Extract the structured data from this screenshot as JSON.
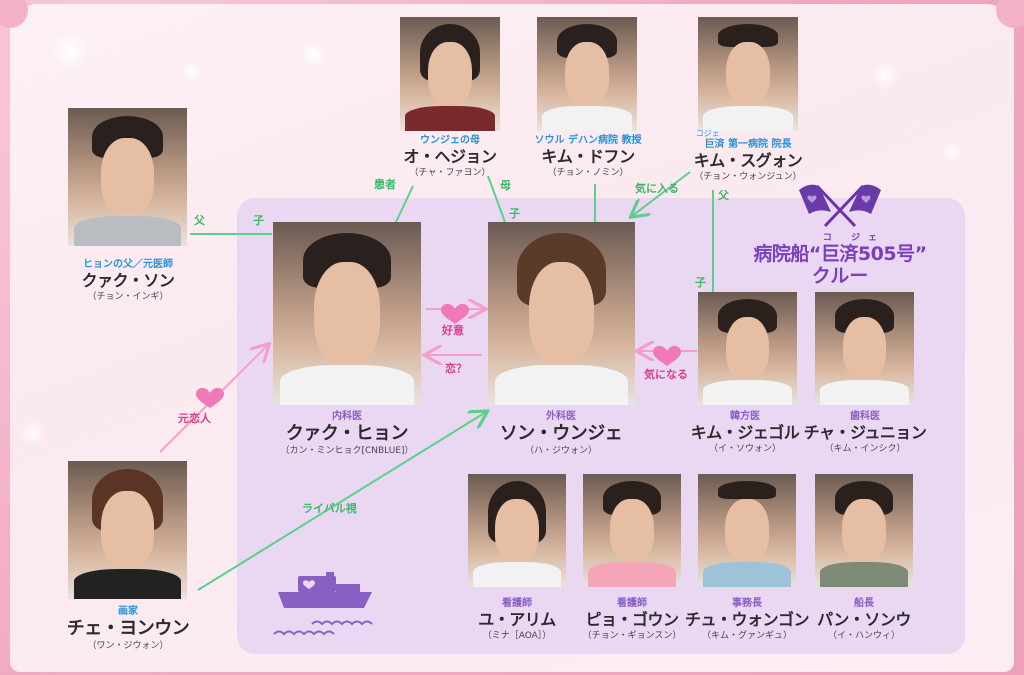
{
  "diagram": {
    "type": "character-relationship-chart",
    "crew_group": {
      "ruby": "コ ジェ",
      "title_line1": "病院船“巨済505号”",
      "title_line2": "クルー",
      "icon": "crossed-flags-heart-icon",
      "color": "#7b3fbd"
    },
    "people": {
      "kwak_son": {
        "role": "ヒョンの父／元医師",
        "name": "クァク・ソン",
        "actor": "（チョン・インギ）"
      },
      "oh_hyejong": {
        "role": "ウンジェの母",
        "name": "オ・ヘジョン",
        "actor": "（チャ・ファヨン）"
      },
      "kim_dohun": {
        "role": "ソウル デハン病院 教授",
        "name": "キム・ドフン",
        "actor": "（チョン・ノミン）"
      },
      "kim_sugwon": {
        "ruby": "コジェ",
        "role": "巨済 第一病院 院長",
        "name": "キム・スグォン",
        "actor": "（チョン・ウォンジュン）"
      },
      "kwak_hyun": {
        "role": "内科医",
        "name": "クァク・ヒョン",
        "actor": "（カン・ミンヒョク[CNBLUE]）"
      },
      "song_eunjae": {
        "role": "外科医",
        "name": "ソン・ウンジェ",
        "actor": "（ハ・ジウォン）"
      },
      "kim_jaegeol": {
        "role": "韓方医",
        "name": "キム・ジェゴル",
        "actor": "（イ・ソウォン）"
      },
      "cha_junyoung": {
        "role": "歯科医",
        "name": "チャ・ジュニョン",
        "actor": "（キム・インシク）"
      },
      "choi_yeonun": {
        "role": "画家",
        "name": "チェ・ヨンウン",
        "actor": "（ワン・ジウォン）"
      },
      "yu_arim": {
        "role": "看護師",
        "name": "ユ・アリム",
        "actor": "（ミナ［AOA］）"
      },
      "pyo_gowoon": {
        "role": "看護師",
        "name": "ピョ・ゴウン",
        "actor": "（チョン・ギョンスン）"
      },
      "chu_wongong": {
        "role": "事務長",
        "name": "チュ・ウォンゴン",
        "actor": "（キム・グァンギュ）"
      },
      "ban_sonwoo": {
        "role": "船長",
        "name": "パン・ソンウ",
        "actor": "（イ・ハンウィ）"
      }
    },
    "relations": {
      "father": "父",
      "child": "子",
      "patient": "患者",
      "mother": "母",
      "child2": "子",
      "likes": "気に入る",
      "father2": "父",
      "child3": "子",
      "affection": "好意",
      "love_q": "恋？",
      "curious": "気になる",
      "ex_lover": "元恋人",
      "rival": "ライバル視"
    },
    "colors": {
      "green_line": "#5cd08a",
      "pink_line": "#f2a0c8",
      "heart": "#f07ab8",
      "panel": "#ead8f3",
      "ship": "#8a5fc4"
    }
  }
}
